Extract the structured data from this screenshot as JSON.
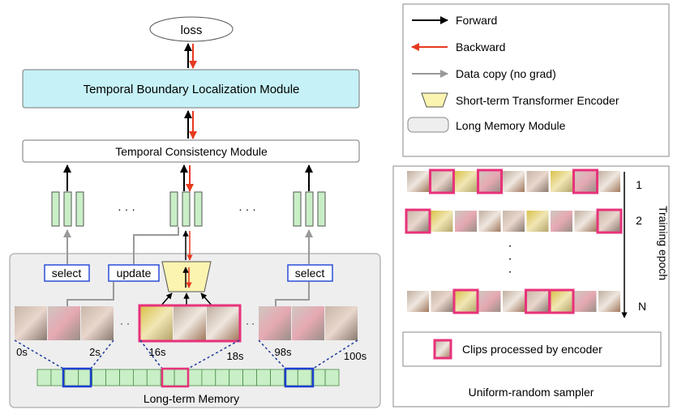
{
  "left": {
    "loss": "loss",
    "tblm": "Temporal Boundary Localization Module",
    "tcm": "Temporal Consistency Module",
    "dots": "· · ·",
    "select": "select",
    "update": "update",
    "times": [
      "0s",
      "2s",
      "16s",
      "18s",
      "98s",
      "100s"
    ],
    "ltm": "Long-term Memory"
  },
  "legend": {
    "forward": "Forward",
    "backward": "Backward",
    "copy": "Data copy (no grad)",
    "encoder": "Short-term Transformer Encoder",
    "memory": "Long Memory Module"
  },
  "sampler": {
    "epochs": [
      "1",
      "2",
      "N"
    ],
    "axis": "Training epoch",
    "clips_label": "Clips processed by encoder",
    "title": "Uniform-random sampler"
  },
  "colors": {
    "forward": "#000000",
    "backward": "#e8391e",
    "copy": "#999999",
    "highlight": "#e8327a",
    "tblm_fill": "#c6f1f6",
    "memory_fill": "#c9efc6",
    "encoder_fill": "#fbf3b0",
    "panel_fill": "#eeeeee",
    "select_border": "#2a4ed6"
  }
}
